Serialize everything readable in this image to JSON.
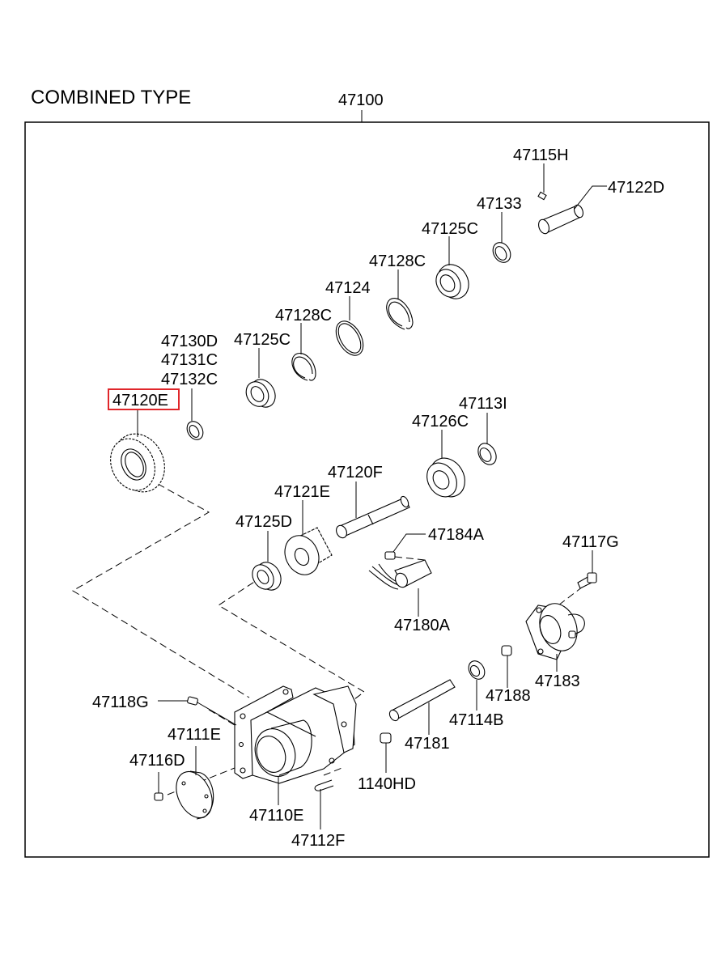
{
  "diagram": {
    "title": "COMBINED TYPE",
    "assembly_number": "47100",
    "highlight_color": "#e0262a",
    "highlighted_part": "47120E",
    "parts": [
      {
        "id": "p47115H",
        "label": "47115H",
        "name": "set-screw"
      },
      {
        "id": "p47122D",
        "label": "47122D",
        "name": "sleeve-pin"
      },
      {
        "id": "p47133",
        "label": "47133",
        "name": "washer"
      },
      {
        "id": "p47125C_top",
        "label": "47125C",
        "name": "ball-bearing"
      },
      {
        "id": "p47128C_top",
        "label": "47128C",
        "name": "snap-ring"
      },
      {
        "id": "p47124",
        "label": "47124",
        "name": "ring"
      },
      {
        "id": "p47128C_mid",
        "label": "47128C",
        "name": "snap-ring"
      },
      {
        "id": "p47125C_mid",
        "label": "47125C",
        "name": "ball-bearing"
      },
      {
        "id": "p47130D",
        "label": "47130D",
        "name": "shim"
      },
      {
        "id": "p47131C",
        "label": "47131C",
        "name": "shim"
      },
      {
        "id": "p47132C",
        "label": "47132C",
        "name": "shim"
      },
      {
        "id": "p47120E",
        "label": "47120E",
        "name": "gear"
      },
      {
        "id": "p47113I",
        "label": "47113I",
        "name": "oil-seal"
      },
      {
        "id": "p47126C",
        "label": "47126C",
        "name": "ball-bearing"
      },
      {
        "id": "p47120F",
        "label": "47120F",
        "name": "shaft"
      },
      {
        "id": "p47121E",
        "label": "47121E",
        "name": "sleeve-hub"
      },
      {
        "id": "p47125D",
        "label": "47125D",
        "name": "ball-bearing"
      },
      {
        "id": "p47184A",
        "label": "47184A",
        "name": "bolt"
      },
      {
        "id": "p47117G",
        "label": "47117G",
        "name": "bolt"
      },
      {
        "id": "p47180A",
        "label": "47180A",
        "name": "shift-fork"
      },
      {
        "id": "p47183",
        "label": "47183",
        "name": "cover-housing"
      },
      {
        "id": "p47188",
        "label": "47188",
        "name": "plug"
      },
      {
        "id": "p47118G",
        "label": "47118G",
        "name": "dowel-pin"
      },
      {
        "id": "p47114B",
        "label": "47114B",
        "name": "oil-seal"
      },
      {
        "id": "p47111E",
        "label": "47111E",
        "name": "cover-plate"
      },
      {
        "id": "p47181",
        "label": "47181",
        "name": "shift-rail"
      },
      {
        "id": "p47116D",
        "label": "47116D",
        "name": "bolt"
      },
      {
        "id": "p1140HD",
        "label": "1140HD",
        "name": "bolt"
      },
      {
        "id": "p47110E",
        "label": "47110E",
        "name": "case"
      },
      {
        "id": "p47112F",
        "label": "47112F",
        "name": "clip"
      }
    ]
  }
}
